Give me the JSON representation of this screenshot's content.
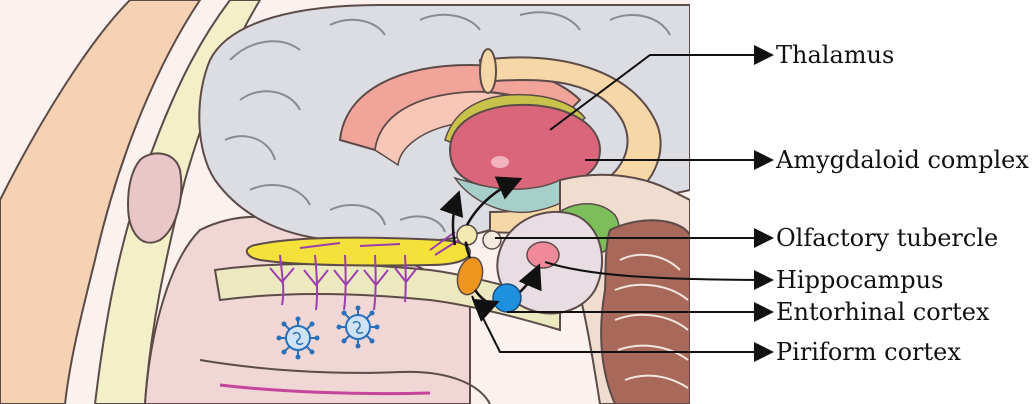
{
  "labels": {
    "thalamus": "Thalamus",
    "amygdaloid_complex": "Amygdaloid complex",
    "olfactory_tubercle": "Olfactory tubercle",
    "hippocampus": "Hippocampus",
    "entorhinal_cortex": "Entorhinal cortex",
    "piriform_cortex": "Piriform cortex"
  },
  "colors": {
    "skin": "#f6d2b4",
    "bone": "#f3efc9",
    "brain_gray": "#dcdde3",
    "thalamus_pink": "#d9667a",
    "cingulate_salmon": "#f0a49a",
    "olfactory_yellow": "#f4e13a",
    "olfactory_nerve_purple": "#9b3fb0",
    "piriform_orange": "#f0961e",
    "entorhinal_blue": "#1f8fe0",
    "hippocampus_pink": "#f08a9a",
    "cerebellum_brown": "#a8685a",
    "arrow": "#111111"
  },
  "icons": [
    "virus-icon",
    "virus-icon"
  ]
}
